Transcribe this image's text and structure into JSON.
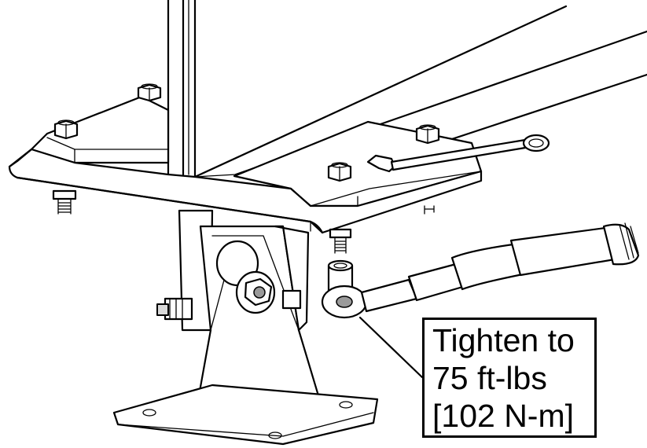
{
  "callout": {
    "line1": "Tighten to",
    "line2": "75 ft-lbs",
    "line3": "[102 N-m]"
  },
  "illustration": {
    "parts": [
      "steel-post",
      "beam",
      "clamp-plate",
      "hex-bolts",
      "combination-wrench",
      "pivot-bracket",
      "base-plate",
      "torque-wrench",
      "socket"
    ]
  }
}
